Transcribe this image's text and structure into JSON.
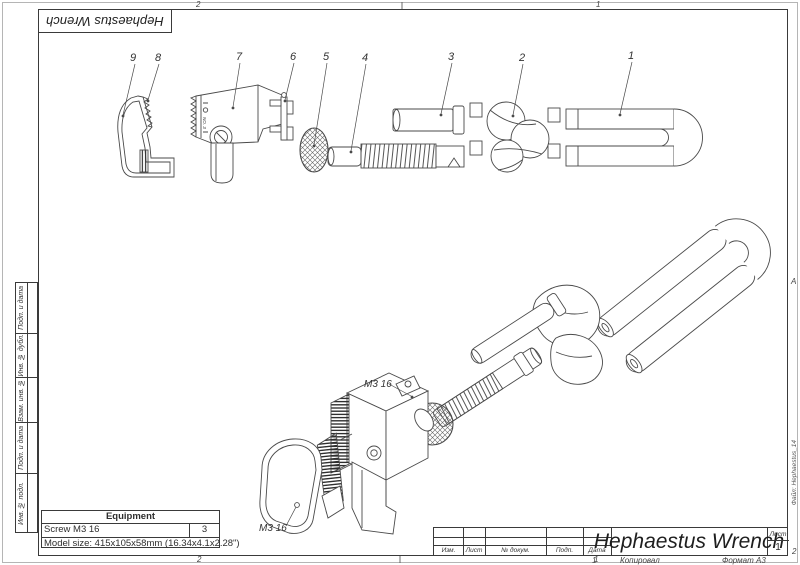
{
  "sheet": {
    "top_title": "Hephaestus Wrench",
    "file_label": "Файл: Hephaestus_14",
    "bottom": {
      "copy_number": "1",
      "copied": "Копировал",
      "format": "Формат А3"
    },
    "zones": {
      "top_left": "2",
      "top_right": "1",
      "bottom_left": "2",
      "bottom_right": "1",
      "right_letter": "А",
      "corner": "2"
    }
  },
  "left_margin": {
    "blocks": [
      "Подп. и дата",
      "Инв. № дубл.",
      "Взам. инв. №",
      "Подп. и дата",
      "Инв. № подл."
    ]
  },
  "equipment_table": {
    "title": "Equipment",
    "rows": [
      {
        "name": "Screw M3 16",
        "qty": "3"
      }
    ],
    "model_size": "Model size: 415x105x58mm (16.34x4.1x2.28\")"
  },
  "title_block": {
    "columns": [
      "Изм.",
      "Лист",
      "№ докум.",
      "Подп.",
      "Дата"
    ],
    "title": "Hephaestus Wrench",
    "sheet_label": "Лист",
    "sheet_number": "1"
  },
  "drawing": {
    "part_numbers": [
      "1",
      "2",
      "3",
      "4",
      "5",
      "6",
      "7",
      "8",
      "9"
    ],
    "screw_callout": "M3 16",
    "part7_marking": "NO. 3"
  }
}
